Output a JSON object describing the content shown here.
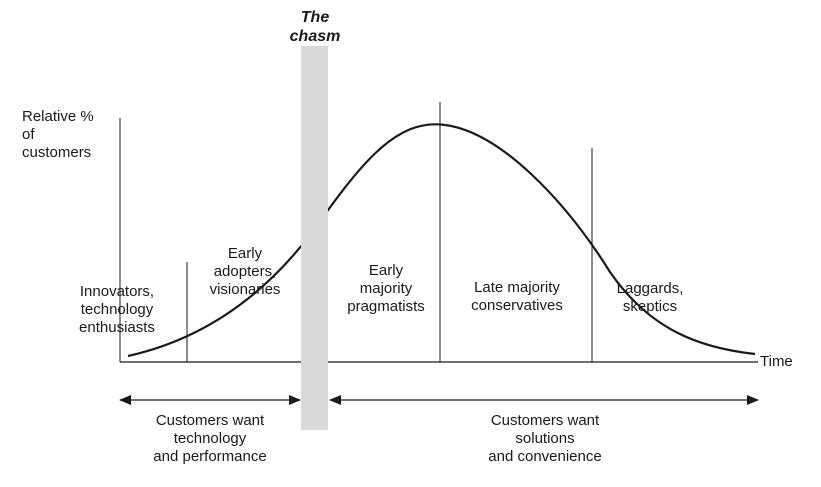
{
  "chasm": {
    "title_line1": "The",
    "title_line2": "chasm"
  },
  "axes": {
    "y_line1": "Relative %",
    "y_line2": "of",
    "y_line3": "customers",
    "x": "Time"
  },
  "segments": [
    {
      "line1": "Innovators,",
      "line2": "technology",
      "line3": "enthusiasts"
    },
    {
      "line1": "Early",
      "line2": "adopters,",
      "line3": "visionaries"
    },
    {
      "line1": "Early",
      "line2": "majority",
      "line3": "pragmatists"
    },
    {
      "line1": "Late majority",
      "line2": "conservatives"
    },
    {
      "line1": "Laggards,",
      "line2": "skeptics"
    }
  ],
  "bottom": {
    "left": {
      "line1": "Customers want",
      "line2": "technology",
      "line3": "and performance"
    },
    "right": {
      "line1": "Customers want",
      "line2": "solutions",
      "line3": "and convenience"
    }
  },
  "colors": {
    "ink": "#1a1a1a",
    "chasm_fill": "#d9d9d9"
  }
}
